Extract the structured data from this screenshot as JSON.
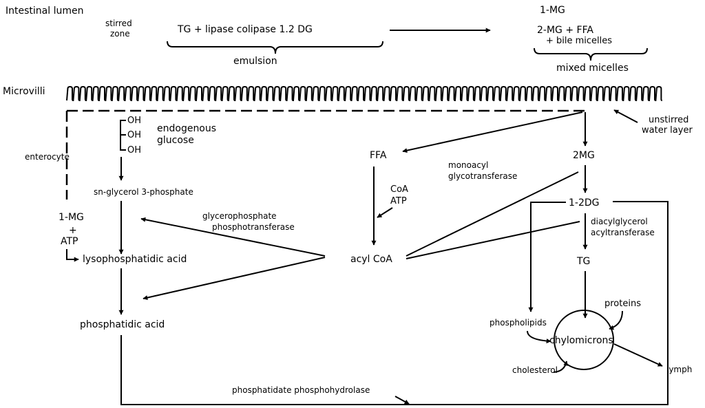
{
  "labels": {
    "intestinal_lumen": "Intestinal lumen",
    "stirred": "stirred",
    "zone": "zone",
    "lumen_reaction": "TG + lipase colipase 1.2 DG",
    "emulsion": "emulsion",
    "mg1_top": "1-MG",
    "mg2_ffa": "2-MG + FFA",
    "bile_micelles": "+ bile micelles",
    "mixed_micelles": "mixed micelles",
    "microvilli": "Microvilli",
    "unstirred": "unstirred",
    "water_layer": "water layer",
    "oh": "OH",
    "endogenous": "endogenous",
    "glucose": "glucose",
    "enterocyte": "enterocyte",
    "sn_glycerol": "sn-glycerol 3-phosphate",
    "one_mg": "1-MG",
    "plus": "+",
    "atp": "ATP",
    "lysophosphatidic": "lysophosphatidic acid",
    "phosphatidic": "phosphatidic acid",
    "glycerophosphate": "glycerophosphate",
    "phosphotransferase": "phosphotransferase",
    "ffa": "FFA",
    "coa": "CoA",
    "atp2": "ATP",
    "acyl_coa": "acyl CoA",
    "monoacyl": "monoacyl",
    "glycotransferase": "glycotransferase",
    "two_mg": "2MG",
    "dg_12": "1-2DG",
    "diacylglycerol": "diacylglycerol",
    "acyltransferase": "acyltransferase",
    "tg": "TG",
    "proteins": "proteins",
    "phospholipids": "phospholipids",
    "chylomicrons": "chylomicrons",
    "cholesterol": "cholesterol",
    "lymph": "lymph",
    "phosphohydrolase": "phosphatidate phosphohydrolase"
  }
}
